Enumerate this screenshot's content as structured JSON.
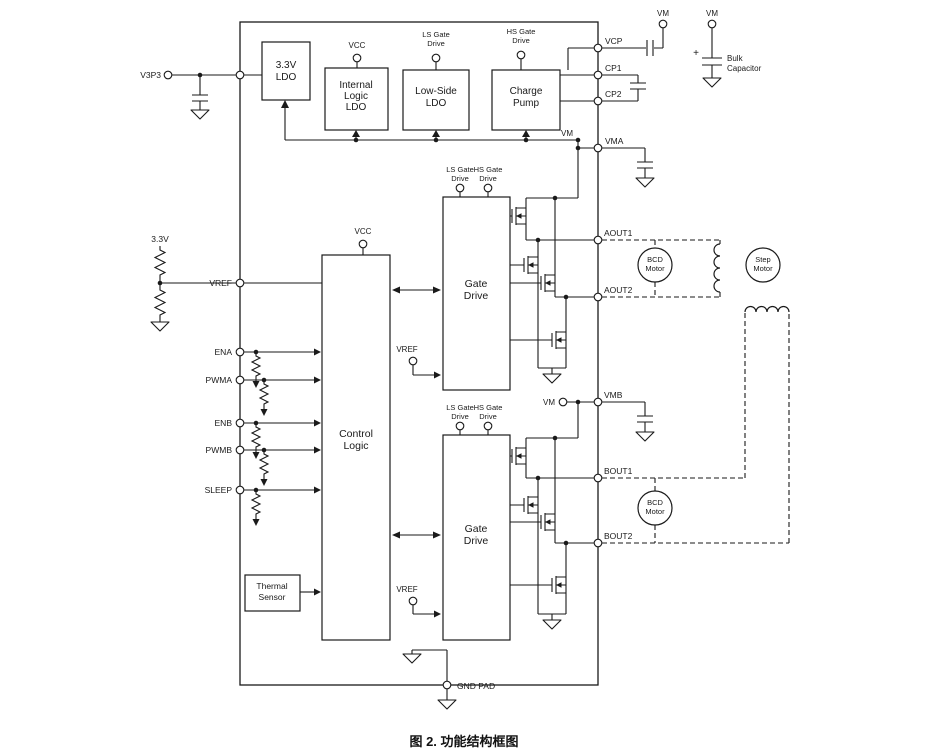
{
  "caption": {
    "prefix": "图 2.",
    "text": " 功能结构框图"
  },
  "colors": {
    "ink": "#1a1a1a",
    "background": "#ffffff"
  },
  "blocks": {
    "ldo_3v3": [
      "3.3V",
      "LDO"
    ],
    "internal_logic_ldo": [
      "Internal",
      "Logic",
      "LDO"
    ],
    "low_side_ldo": [
      "Low-Side",
      "LDO"
    ],
    "charge_pump": [
      "Charge",
      "Pump"
    ],
    "control_logic": [
      "Control",
      "Logic"
    ],
    "gate_drive": [
      "Gate",
      "Drive"
    ],
    "thermal_sensor": [
      "Thermal",
      "Sensor"
    ]
  },
  "nets": {
    "vcc": "VCC",
    "vm": "VM",
    "vref": "VREF",
    "ls_gate_drive": [
      "LS Gate",
      "Drive"
    ],
    "hs_gate_drive": [
      "HS Gate",
      "Drive"
    ]
  },
  "pins": {
    "v3p3": "V3P3",
    "vcp": "VCP",
    "cp1": "CP1",
    "cp2": "CP2",
    "vma": "VMA",
    "vmb": "VMB",
    "aout1": "AOUT1",
    "aout2": "AOUT2",
    "bout1": "BOUT1",
    "bout2": "BOUT2",
    "ena": "ENA",
    "pwma": "PWMA",
    "enb": "ENB",
    "pwmb": "PWMB",
    "sleep": "SLEEP",
    "gnd_pad": "GND PAD"
  },
  "external": {
    "supply_3v3": "3.3V",
    "bulk_capacitor": [
      "Bulk",
      "Capacitor"
    ],
    "plus": "+",
    "bcd_motor": [
      "BCD",
      "Motor"
    ],
    "step_motor": [
      "Step",
      "Motor"
    ]
  }
}
